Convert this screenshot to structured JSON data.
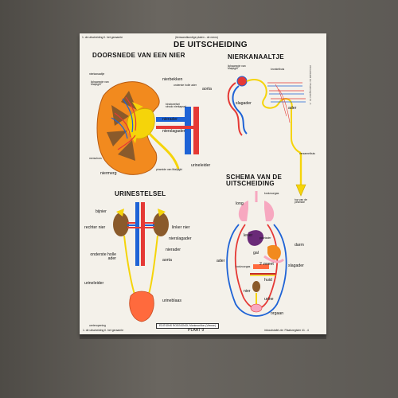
{
  "poster": {
    "top_left_caption": "1. de uitscheiding   II. het geraamte",
    "top_center_caption": "(tienwandkundige platen - de mens)",
    "title": "DE UITSCHEIDING",
    "plate_number": "PLAAT 9",
    "publisher": "EDITIONS ROSSIGNOL Montmorillon (Vienne)",
    "bottom_left_caption": "1. de uitscheiding   II. het geraamte",
    "bottom_right_caption": "inhoudstafel zie: Plaatsregister 41 - 4"
  },
  "sections": {
    "kidney_section": {
      "heading": "DOORSNEDE VAN EEN NIER",
      "labels": {
        "nierkanaaltje_small": "nierkanaaltje",
        "lichaampje": "lichaampje van Malpighi",
        "nierbekken": "nierbekken",
        "onderste_holle_ader": "onderste holle ader",
        "aorta": "aorta",
        "bindweefsel": "bindweefsel strook nierkapsel",
        "nierader": "nierader",
        "nierslagader": "nierslagader",
        "merschors": "merschors",
        "niermerg": "niermerg",
        "piramide": "piramide van Malpighi",
        "urineleider": "urineleider"
      }
    },
    "tubule_section": {
      "heading": "NIERKANAALTJE",
      "labels": {
        "lichaampje": "lichaampje van Malpighi",
        "kronkelbuis": "kronkelbuis",
        "slagader": "slagader",
        "ader": "ader",
        "verzamelbuis": "verzamelbuis",
        "top_piramide": "top van de piramide"
      }
    },
    "urinary_section": {
      "heading": "URINESTELSEL",
      "labels": {
        "bijnier": "bijnier",
        "rechter_nier": "rechter nier",
        "linker_nier": "linker nier",
        "nierslagader": "nierslagader",
        "nierader": "nierader",
        "onderste_holle_ader": "onderste holle ader",
        "aorta": "aorta",
        "urineleider": "urineleider",
        "urineblaas": "urineblaas",
        "urinebuis": "ureteropening"
      }
    },
    "schema_section": {
      "heading": "SCHEMA VAN DE UITSCHEIDING",
      "labels": {
        "koolzuurgas_top": "koolzuurgas",
        "long": "long",
        "lever": "lever",
        "poortader": "poortader",
        "darm": "darm",
        "gal": "gal",
        "ader": "ader",
        "koolzuurgas": "koolzuurgas",
        "zweet": "2 zweet",
        "huid": "huid",
        "slagader": "slagader",
        "nier": "nier",
        "urine": "urine",
        "orgaan": "orgaan"
      }
    }
  },
  "colors": {
    "background": "#5f5c57",
    "poster": "#f4f1ea",
    "artery": "#e53935",
    "vein": "#1e63d6",
    "urine": "#f5d40a",
    "kidney_cortex": "#f28a1e",
    "kidney_medulla": "#8a5a2b",
    "bladder": "#ff6a3d",
    "liver": "#6a2a78",
    "pink": "#f7a8c0"
  }
}
